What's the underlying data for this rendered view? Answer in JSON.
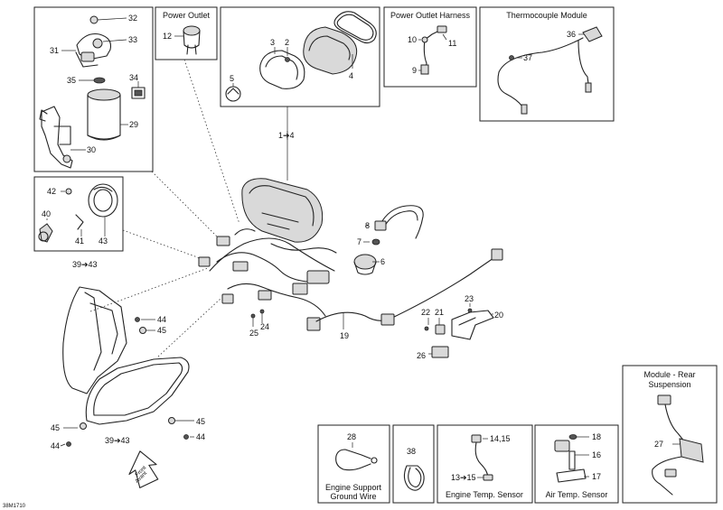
{
  "boxes": {
    "power_outlet": "Power Outlet",
    "power_outlet_harness": "Power Outlet Harness",
    "thermocouple_module": "Thermocouple Module",
    "module_rear_line1": "Module - Rear",
    "module_rear_line2": "Suspension",
    "engine_support_line1": "Engine Support",
    "engine_support_line2": "Ground Wire",
    "engine_temp_sensor": "Engine Temp. Sensor",
    "air_temp_sensor": "Air Temp. Sensor"
  },
  "callouts": {
    "c1_4": "1➔4",
    "c2": "2",
    "c3": "3",
    "c4": "4",
    "c5": "5",
    "c6": "6",
    "c7": "7",
    "c8": "8",
    "c9": "9",
    "c10": "10",
    "c11": "11",
    "c12": "12",
    "c13_15": "13➔15",
    "c14_15": "14,15",
    "c16": "16",
    "c17": "17",
    "c18": "18",
    "c19": "19",
    "c20": "20",
    "c21": "21",
    "c22": "22",
    "c23": "23",
    "c24": "24",
    "c25": "25",
    "c26": "26",
    "c27": "27",
    "c28": "28",
    "c29": "29",
    "c30": "30",
    "c31": "31",
    "c32": "32",
    "c33": "33",
    "c34": "34",
    "c35": "35",
    "c36": "36",
    "c37": "37",
    "c38": "38",
    "c39_43_top": "39➔43",
    "c39_43_bottom": "39➔43",
    "c40": "40",
    "c41": "41",
    "c42": "42",
    "c43": "43",
    "c44_a": "44",
    "c45_a": "45",
    "c45_b": "45",
    "c45_c": "45",
    "c44_b": "44",
    "c44_c": "44"
  },
  "arrow_label_line1": "Front",
  "arrow_label_line2": "Avant",
  "figure_code": "38M1710"
}
